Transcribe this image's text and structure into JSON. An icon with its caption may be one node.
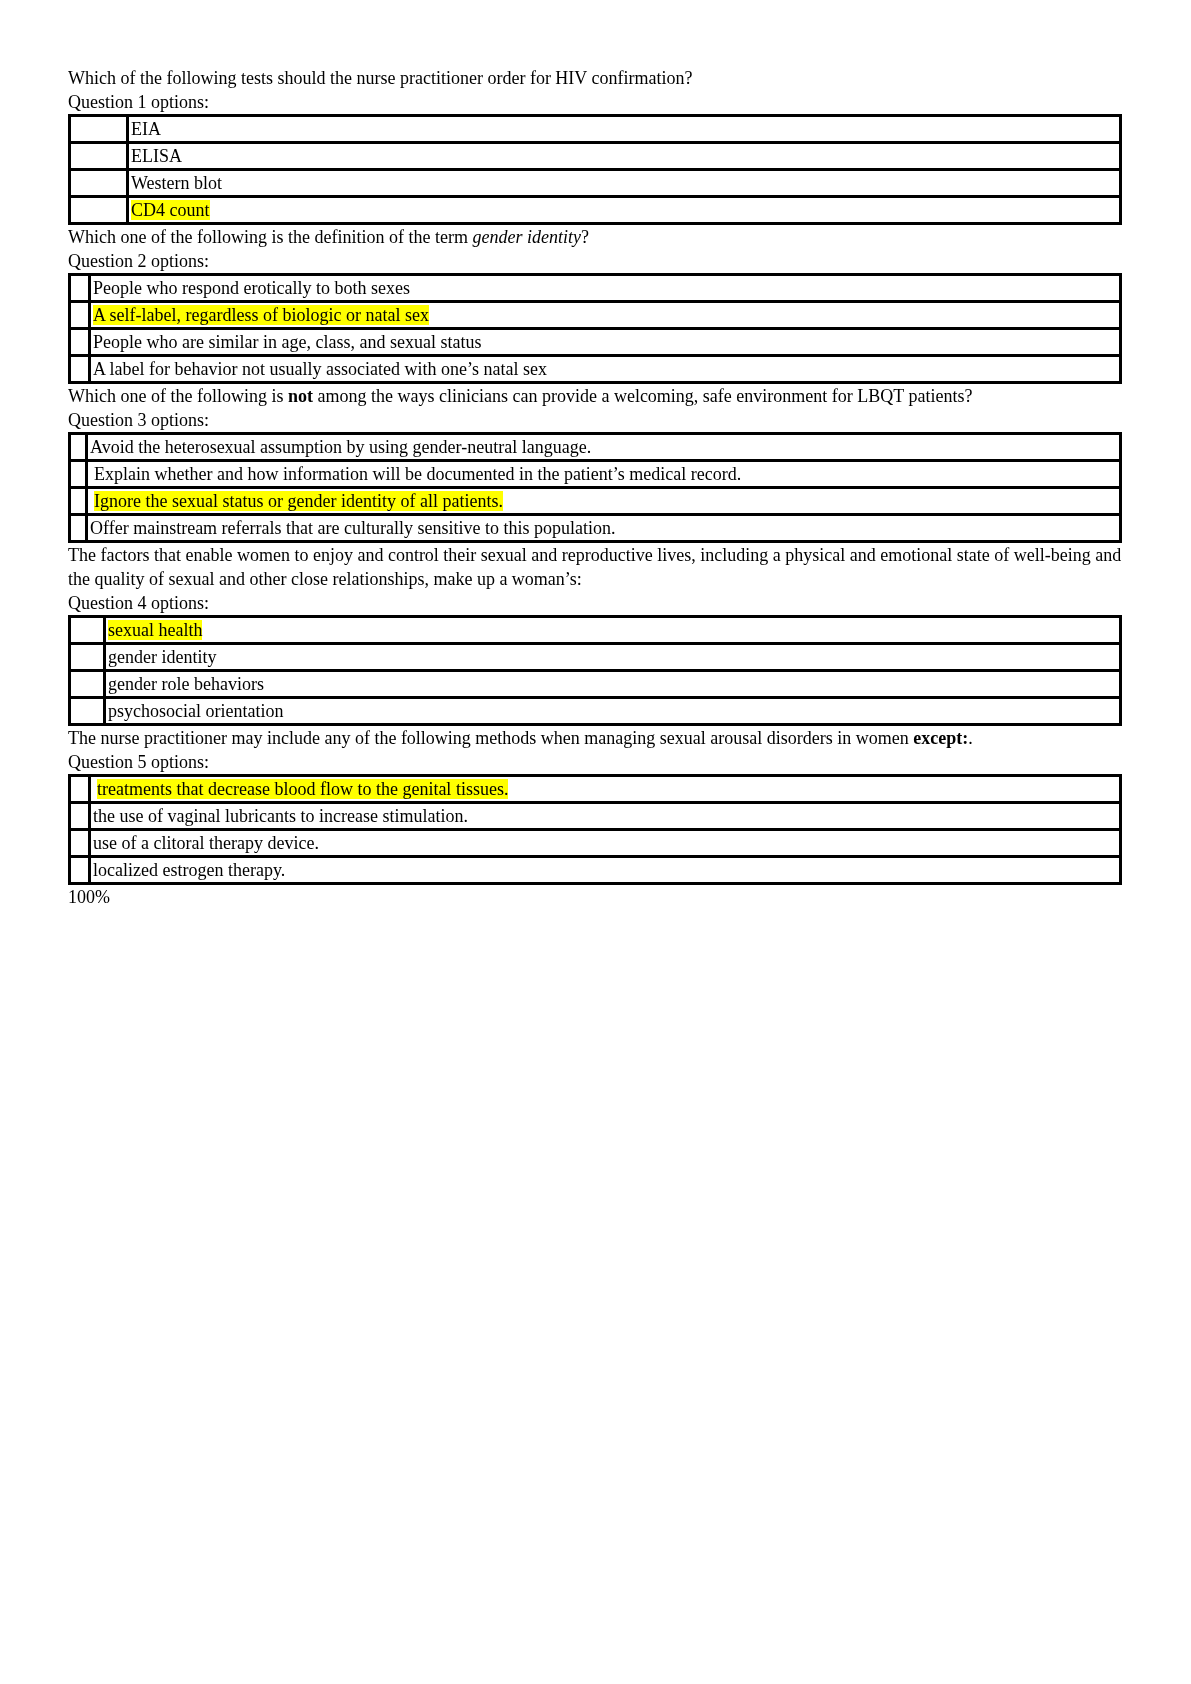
{
  "diagram": {
    "labels": [
      "Which of the following tests should the nurse practitioner order for HIV confirmation?",
      "Question 1 options:",
      "EIA",
      "ELISA",
      "Western blot",
      "CD4 count",
      "Which one of the following is the definition of the term *gender identity*?",
      "Question 2 options:",
      "People who respond erotically to both sexes",
      "A self-label, regardless of biologic or natal sex",
      "People who are similar in age, class, and sexual status",
      "A label for behavior not usually associated with one’s natal sex",
      "Which one of the following is **not** among the ways clinicians can provide a welcoming, safe environment for LBQT patients?",
      "Question 3 options:",
      "Avoid the heterosexual assumption by using gender-neutral language.",
      "Explain whether and how information will be documented in the patient’s medical record.",
      "Ignore the sexual status or gender identity of all patients.",
      "Offer mainstream referrals that are culturally sensitive to this population.",
      "The factors that enable women to enjoy and control their sexual and reproductive lives, including a physical and emotional state of well-being and the quality of sexual and other close relationships, make up a woman’s:",
      "Question 4 options:",
      "sexual health",
      "gender identity",
      "gender role behaviors",
      "psychosocial orientation",
      "The nurse practitioner may include any of the following methods when managing sexual arousal disorders in women **except:**.",
      "Question 5 options:",
      "treatments that decrease blood flow to the genital tissues.",
      "the use of vaginal lubricants to increase stimulation.",
      "use of a clitoral therapy device.",
      "localized estrogen therapy.",
      "100%"
    ]
  }
}
